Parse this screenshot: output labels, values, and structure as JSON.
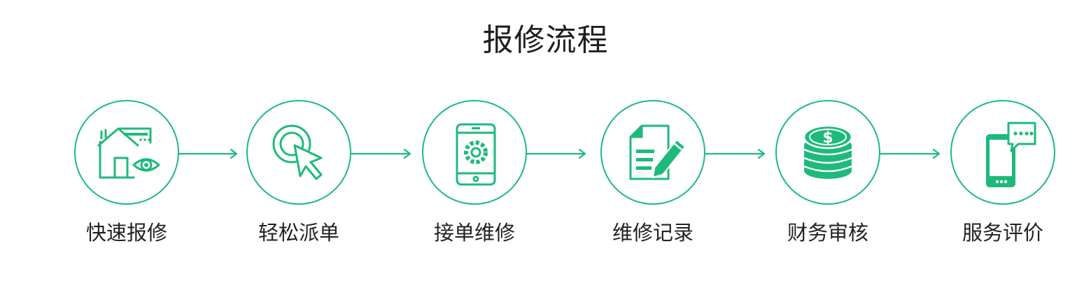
{
  "title": "报修流程",
  "colors": {
    "accent": "#1dba7c",
    "text": "#222222"
  },
  "steps": [
    {
      "label": "快速报修",
      "icon": "house-eye-icon"
    },
    {
      "label": "轻松派单",
      "icon": "cursor-click-icon"
    },
    {
      "label": "接单维修",
      "icon": "phone-gear-icon"
    },
    {
      "label": "维修记录",
      "icon": "document-pencil-icon"
    },
    {
      "label": "财务审核",
      "icon": "coin-stack-icon"
    },
    {
      "label": "服务评价",
      "icon": "phone-chat-icon"
    }
  ]
}
